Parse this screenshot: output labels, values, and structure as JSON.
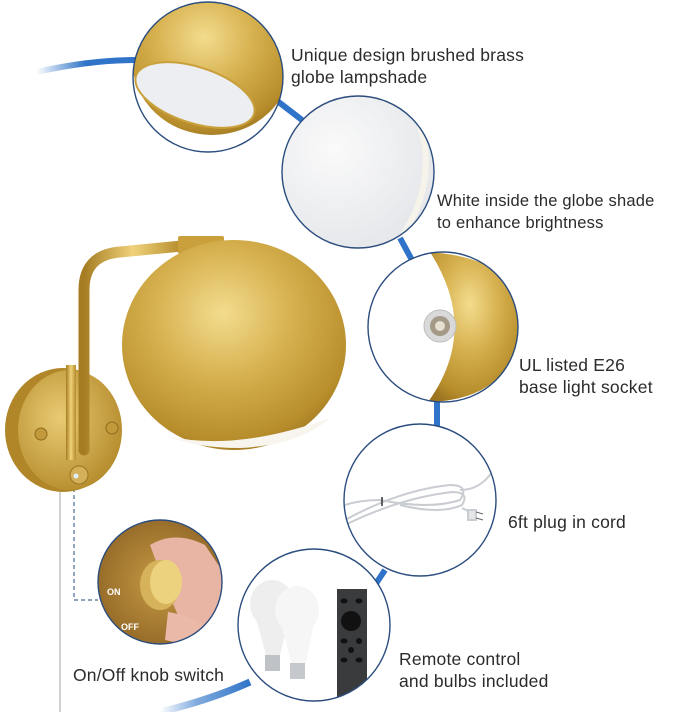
{
  "product": {
    "name": "Plug-in wall sconce with brushed brass globe lampshade",
    "colors": {
      "arc_blue": "#2f74c8",
      "circle_outline": "#2b4d7e",
      "brass": "#c9a03c",
      "text": "#2b2b2b"
    }
  },
  "features": [
    {
      "id": "lampshade",
      "line1": "Unique design brushed brass",
      "line2": "globe lampshade"
    },
    {
      "id": "inner-white",
      "line1": "White inside the globe shade",
      "line2": "to enhance brightness"
    },
    {
      "id": "socket",
      "line1": "UL listed E26",
      "line2": "base light socket"
    },
    {
      "id": "cord",
      "line1": "6ft plug in cord",
      "line2": ""
    },
    {
      "id": "remote",
      "line1": "Remote control",
      "line2": "and bulbs included"
    },
    {
      "id": "knob",
      "line1": "On/Off knob switch",
      "line2": ""
    }
  ],
  "knob_markings": {
    "on": "ON",
    "off": "OFF"
  }
}
